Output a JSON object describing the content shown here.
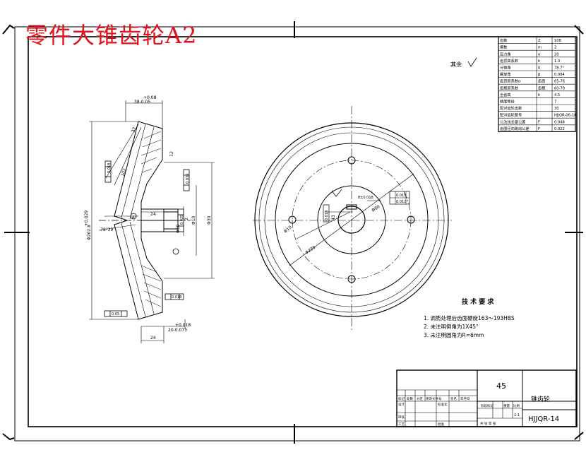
{
  "title": "零件大锥齿轮A2",
  "roughness_note": "其余",
  "params": [
    [
      "齿数",
      "Z",
      "108"
    ],
    [
      "模数",
      "m",
      "2"
    ],
    [
      "压力角",
      "α",
      "20"
    ],
    [
      "齿顶高系数",
      "h",
      "1.0"
    ],
    [
      "分锥角",
      "δ",
      "78.7°"
    ],
    [
      "螺旋角",
      "β",
      "0.084"
    ],
    [
      "齿顶高系数α",
      "齿高",
      "65-76"
    ],
    [
      "齿根高系数",
      "齿根",
      "60-79"
    ],
    [
      "全齿高",
      "h",
      "4.5"
    ],
    [
      "精度等级",
      "",
      "7"
    ],
    [
      "配对齿轮齿数",
      "",
      "30"
    ],
    [
      "配对齿轮图号",
      "",
      "HJJQR-06-18"
    ],
    [
      "公法线长度公差",
      "F",
      "0.048"
    ],
    [
      "齿圈径向跳动公差",
      "F",
      "0.022"
    ]
  ],
  "tech": {
    "heading": "技 术 要 求",
    "items": [
      "1.  调质处理后齿面硬度163～193HBS",
      "2.  未注明倒角为1X45°",
      "3.  未注明圆角为R=6mm"
    ]
  },
  "titleblock": {
    "material": "45",
    "part_name": "锥齿轮",
    "drawing_no": "HJJQR-14",
    "scale": "1:1",
    "h_row": [
      "标记",
      "处数",
      "分区",
      "更改文件号",
      "签名",
      "年月日"
    ],
    "designer": "设计",
    "standard": "标准化",
    "review": "审核",
    "process": "工艺",
    "approve": "批准",
    "stage": "阶段标记",
    "weight": "重量",
    "scale_label": "比例",
    "sheet": "共  张  第  张"
  },
  "dims_side": {
    "d_top": "+0.08",
    "d_top2": "38-0.05",
    "d_24a": "24",
    "d_24b": "24",
    "d_bot": "+0.018",
    "d_bot2": "20-0.073",
    "d_left": "+0.029",
    "d_left2": "Φ202.8",
    "d_phi30": "Φ30",
    "d_phi50": "Φ50",
    "d_phi10": "Φ10",
    "d_2": "2",
    "d_12": "12",
    "d_37": "37",
    "d_angle": "78°39'",
    "d_tol1": "0.018",
    "d_tol2": "0.05",
    "d_tol3": "0.018",
    "d_tol4": "0.036",
    "d_tol5": "0.025",
    "d_lbl": "A",
    "d_vert": "102"
  },
  "dims_front": {
    "phi80": "Φ80",
    "phi220": "Φ220",
    "phi10": "Φ10",
    "d43": "43",
    "tol_a": "0.018",
    "tol_b": "0.015",
    "tol_c": "0.012",
    "key": "8±0.018"
  }
}
